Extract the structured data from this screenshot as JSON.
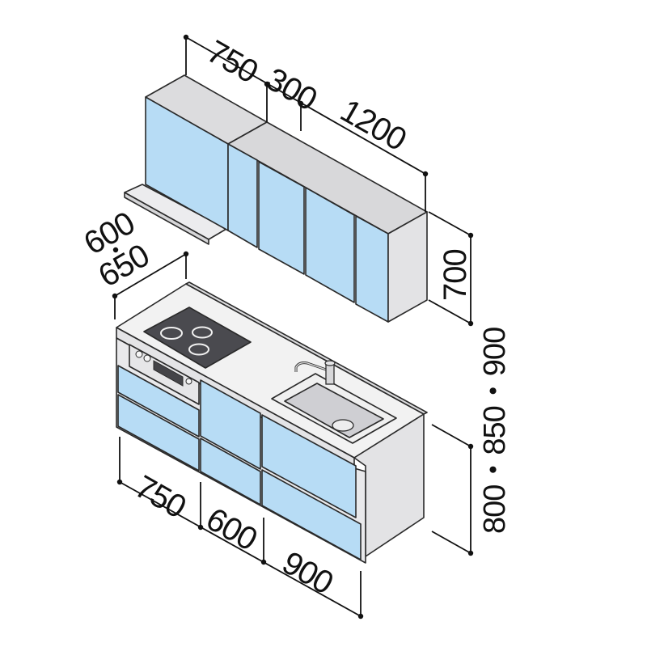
{
  "colors": {
    "door_blue": "#b7dcf5",
    "body_gray": "#e3e3e5",
    "top_gray": "#d8d8da",
    "counter_top": "#f2f2f2",
    "outline": "#2a2a2a",
    "dimension_text": "#111111"
  },
  "dimensions": {
    "upper_width_left": "750",
    "upper_width_mid": "300",
    "upper_width_right": "1200",
    "upper_height": "700",
    "depth": "600",
    "depth_alt": "650",
    "lower_width_left": "750",
    "lower_width_mid": "600",
    "lower_width_right": "900",
    "counter_height": "800・850・900"
  },
  "icons": [
    "ih-cooktop-icon",
    "faucet-icon",
    "sink-icon",
    "control-panel-icon"
  ]
}
